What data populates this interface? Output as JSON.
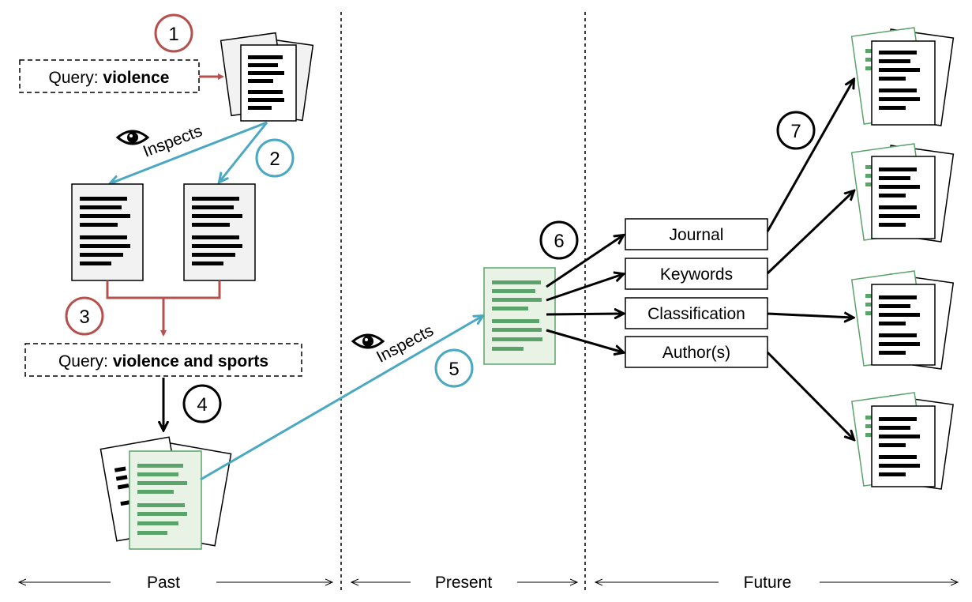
{
  "queries": {
    "first": {
      "prefix": "Query: ",
      "term": "violence"
    },
    "second": {
      "prefix": "Query: ",
      "term": "violence and sports"
    }
  },
  "inspects_labels": [
    "Inspects",
    "Inspects"
  ],
  "steps": [
    "1",
    "2",
    "3",
    "4",
    "5",
    "6",
    "7"
  ],
  "facets": [
    "Journal",
    "Keywords",
    "Classification",
    "Author(s)"
  ],
  "timeline": [
    "Past",
    "Present",
    "Future"
  ],
  "icons": {
    "eye": "eye-icon",
    "document": "document-icon"
  },
  "colors": {
    "red": "#b5504d",
    "blue": "#4aa8c2",
    "green": "#5aa36a",
    "black": "#000000",
    "page_fill": "#f2f2f2",
    "green_page_fill": "#e8f3e6"
  }
}
